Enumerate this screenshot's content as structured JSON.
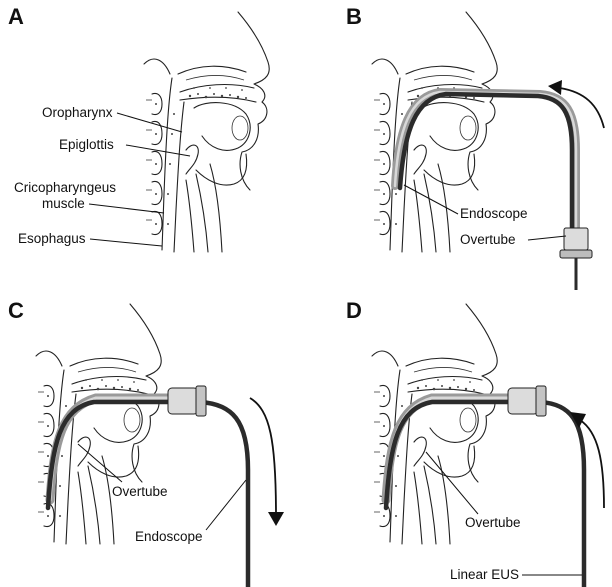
{
  "panels": [
    {
      "letter": "A",
      "labels": {
        "oropharynx": "Oropharynx",
        "epiglottis": "Epiglottis",
        "cricopharyngeus_line1": "Cricopharyngeus",
        "cricopharyngeus_line2": "muscle",
        "esophagus": "Esophagus"
      }
    },
    {
      "letter": "B",
      "labels": {
        "endoscope": "Endoscope",
        "overtube": "Overtube"
      }
    },
    {
      "letter": "C",
      "labels": {
        "overtube": "Overtube",
        "endoscope": "Endoscope"
      }
    },
    {
      "letter": "D",
      "labels": {
        "overtube": "Overtube",
        "linear_eus": "Linear EUS"
      }
    }
  ],
  "colors": {
    "outline": "#222222",
    "endoscope": "#2b2b2b",
    "overtube": "#9a9a9a",
    "overtube_highlight": "#d8d8d8",
    "arrow": "#111111"
  }
}
